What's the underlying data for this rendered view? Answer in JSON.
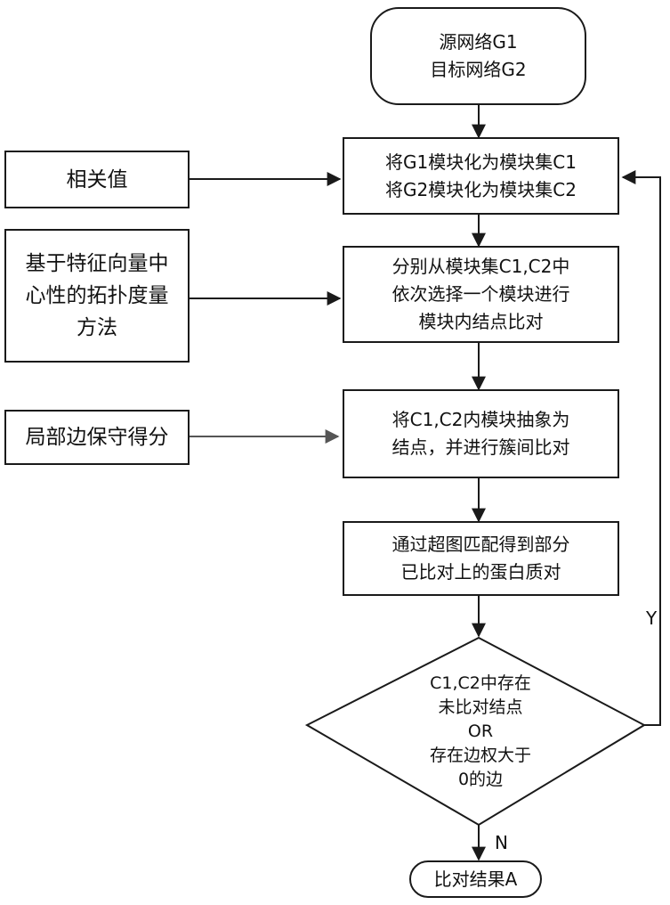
{
  "start": {
    "line1": "源网络G1",
    "line2": "目标网络G2"
  },
  "step1": {
    "line1": "将G1模块化为模块集C1",
    "line2": "将G2模块化为模块集C2"
  },
  "step2": {
    "line1": "分别从模块集C1,C2中",
    "line2": "依次选择一个模块进行",
    "line3": "模块内结点比对"
  },
  "step3": {
    "line1": "将C1,C2内模块抽象为",
    "line2": "结点，并进行簇间比对"
  },
  "step4": {
    "line1": "通过超图匹配得到部分",
    "line2": "已比对上的蛋白质对"
  },
  "decision": {
    "line1": "C1,C2中存在",
    "line2": "未比对结点",
    "line3": "OR",
    "line4": "存在边权大于",
    "line5": "0的边"
  },
  "end": {
    "text": "比对结果A"
  },
  "inputs": {
    "correlation": "相关值",
    "eigen_line1": "基于特征向量中",
    "eigen_line2": "心性的拓扑度量",
    "eigen_line3": "方法",
    "edge_score": "局部边保守得分"
  },
  "branches": {
    "yes": "Y",
    "no": "N"
  }
}
